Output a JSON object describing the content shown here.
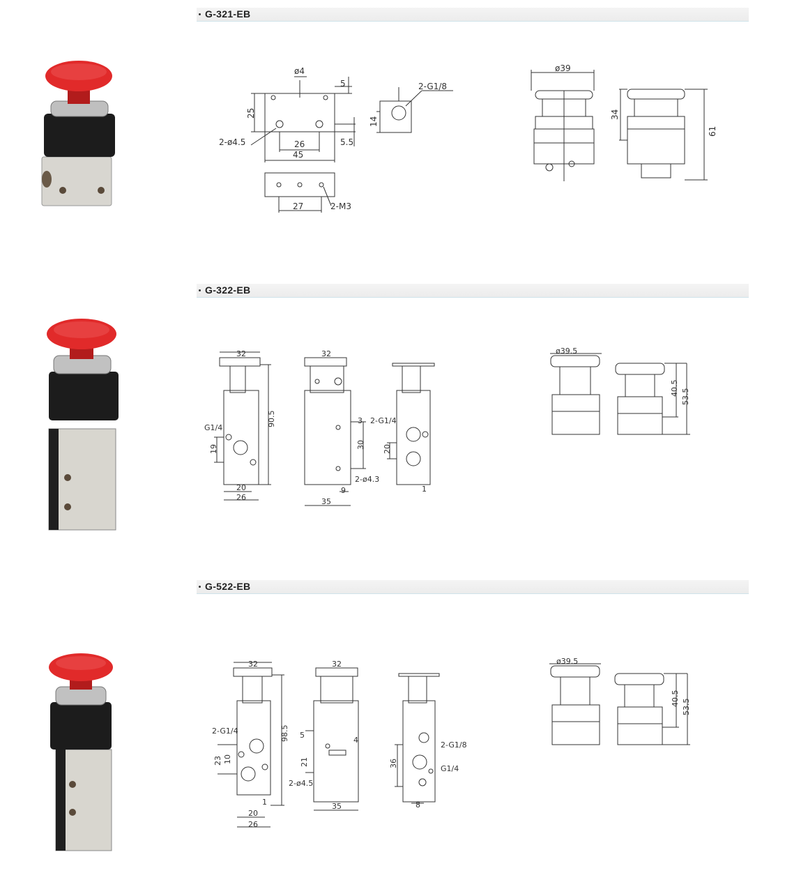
{
  "sections": [
    {
      "title": "G-321-EB",
      "dims": {
        "d4": "ø4",
        "h25": "25",
        "v5": "5",
        "d45hole": "2-ø4.5",
        "w26": "26",
        "w45": "45",
        "v55": "5.5",
        "g18": "2-G1/8",
        "h14": "14",
        "w27": "27",
        "m3": "2-M3",
        "d39": "ø39",
        "h34": "34",
        "h61": "61"
      }
    },
    {
      "title": "G-322-EB",
      "dims": {
        "w32a": "32",
        "w32b": "32",
        "g14": "G1/4",
        "h19": "19",
        "h905": "90.5",
        "w20": "20",
        "w26": "26",
        "v3": "3",
        "h30": "30",
        "d43": "2-ø4.3",
        "w9": "9",
        "w35": "35",
        "g14b": "2-G1/4",
        "h20": "20",
        "w1": "1",
        "d395": "ø39.5",
        "h405": "40.5",
        "h535": "53.5"
      }
    },
    {
      "title": "G-522-EB",
      "dims": {
        "w32a": "32",
        "w32b": "32",
        "g14a": "2-G1/4",
        "h23": "23",
        "h10": "10",
        "w1": "1",
        "h985": "98.5",
        "w20": "20",
        "w26": "26",
        "v5": "5",
        "v4": "4",
        "h21": "21",
        "d45": "2-ø4.5",
        "w35": "35",
        "g18": "2-G1/8",
        "g14": "G1/4",
        "h36": "36",
        "w8": "8",
        "d395": "ø39.5",
        "h405": "40.5",
        "h535": "53.5"
      }
    }
  ],
  "colors": {
    "button_red": "#e12a2a",
    "body_black": "#1a1a1a",
    "body_silver": "#d9d6cf",
    "line": "#333333"
  }
}
